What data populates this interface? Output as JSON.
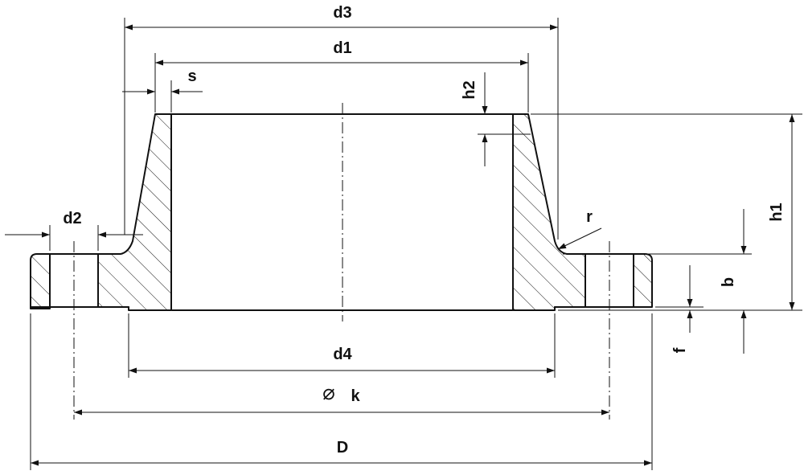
{
  "labels": {
    "d3": "d3",
    "d1": "d1",
    "s": "s",
    "h2": "h2",
    "d2": "d2",
    "r": "r",
    "h1": "h1",
    "b": "b",
    "f": "f",
    "d4": "d4",
    "k": "k",
    "D": "D",
    "diameter_symbol": "⌀"
  }
}
